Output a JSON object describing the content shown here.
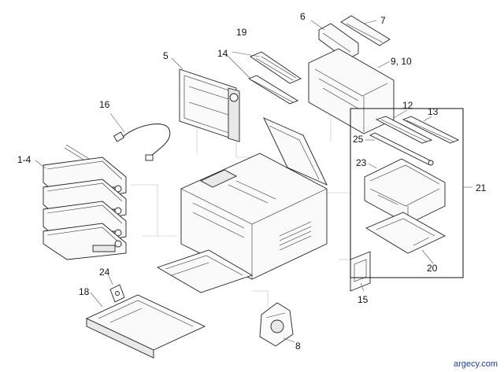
{
  "diagram": {
    "callouts": {
      "c1_4": "1-4",
      "c5": "5",
      "c6": "6",
      "c7": "7",
      "c8": "8",
      "c9_10": "9, 10",
      "c12": "12",
      "c13": "13",
      "c14": "14",
      "c15": "15",
      "c16": "16",
      "c18": "18",
      "c19": "19",
      "c20": "20",
      "c21": "21",
      "c23": "23",
      "c24": "24",
      "c25": "25"
    },
    "watermark": "argecy.com"
  }
}
